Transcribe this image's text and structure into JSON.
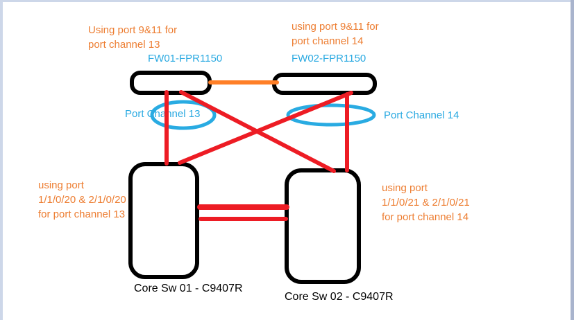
{
  "diagram": {
    "notes": {
      "fw1_ports": "Using port 9&11 for\nport channel 13",
      "fw2_ports": "using port 9&11 for\nport channel 14",
      "sw1_ports": "using port\n1/1/0/20 & 2/1/0/20\nfor port channel 13",
      "sw2_ports": "using port\n1/1/0/21 & 2/1/0/21\nfor port channel 14"
    },
    "devices": {
      "fw1_label": "FW01-FPR1150",
      "fw2_label": "FW02-FPR1150",
      "sw1_label": "Core Sw 01 - C9407R",
      "sw2_label": "Core Sw 02 - C9407R"
    },
    "port_channels": {
      "pc13_label": "Port Channel 13",
      "pc14_label": "Port Channel 14"
    },
    "colors": {
      "annotation_orange": "#ED7D31",
      "label_blue": "#29A9E1",
      "ellipse_blue": "#29ABE2",
      "link_red": "#ED1C24",
      "firewall_crosslink_orange": "#FF7F27",
      "device_outline_black": "#000000",
      "canvas_edge_blue": "#cdd7e9"
    }
  }
}
